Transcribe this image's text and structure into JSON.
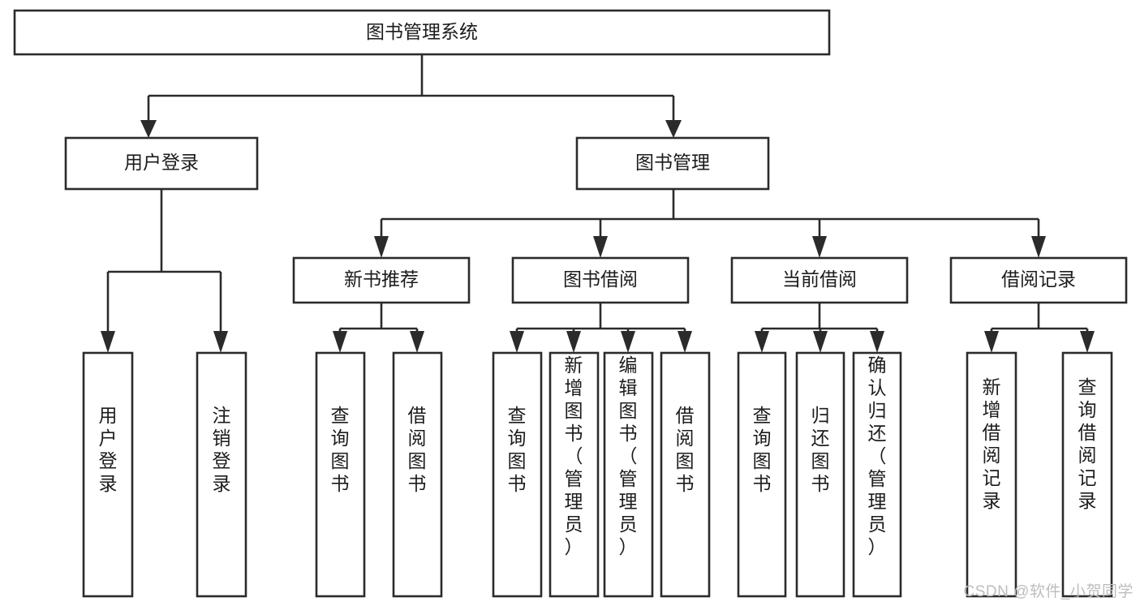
{
  "diagram": {
    "type": "tree-hierarchy",
    "title": "图书管理系统",
    "levels": 4,
    "root": {
      "id": "root",
      "label": "图书管理系统"
    },
    "level2": [
      {
        "id": "user-login",
        "label": "用户登录"
      },
      {
        "id": "book-management",
        "label": "图书管理"
      }
    ],
    "level3": [
      {
        "id": "new-book-recommend",
        "label": "新书推荐",
        "parent": "book-management"
      },
      {
        "id": "book-borrow",
        "label": "图书借阅",
        "parent": "book-management"
      },
      {
        "id": "current-borrow",
        "label": "当前借阅",
        "parent": "book-management"
      },
      {
        "id": "borrow-record",
        "label": "借阅记录",
        "parent": "book-management"
      }
    ],
    "leaves": {
      "user-login": [
        {
          "id": "leaf-user-login",
          "label": "用户登录"
        },
        {
          "id": "leaf-logout-login",
          "label": "注销登录"
        }
      ],
      "new-book-recommend": [
        {
          "id": "leaf-query-books-1",
          "label": "查询图书"
        },
        {
          "id": "leaf-borrow-books-1",
          "label": "借阅图书"
        }
      ],
      "book-borrow": [
        {
          "id": "leaf-query-books-2",
          "label": "查询图书"
        },
        {
          "id": "leaf-add-book-admin",
          "label": "新增图书（管理员）"
        },
        {
          "id": "leaf-edit-book-admin",
          "label": "编辑图书（管理员）"
        },
        {
          "id": "leaf-borrow-books-2",
          "label": "借阅图书"
        }
      ],
      "current-borrow": [
        {
          "id": "leaf-query-books-3",
          "label": "查询图书"
        },
        {
          "id": "leaf-return-books",
          "label": "归还图书"
        },
        {
          "id": "leaf-confirm-return-admin",
          "label": "确认归还（管理员）"
        }
      ],
      "borrow-record": [
        {
          "id": "leaf-add-borrow-record",
          "label": "新增借阅记录"
        },
        {
          "id": "leaf-query-borrow-record",
          "label": "查询借阅记录"
        }
      ]
    }
  },
  "watermark": {
    "text": "CSDN @软件_小贺同学"
  },
  "colors": {
    "box_stroke": "#2b2b2b",
    "box_fill": "#ffffff",
    "text": "#1c1c1c",
    "background": "#ffffff",
    "watermark": "#bdbdbd"
  }
}
